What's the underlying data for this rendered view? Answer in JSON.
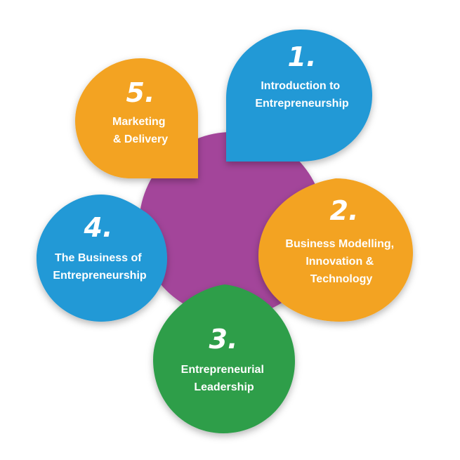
{
  "colors": {
    "center": "#A3449A",
    "blue": "#2099D6",
    "orange": "#F3A321",
    "green": "#2E9E4A"
  },
  "modules": [
    {
      "number": "1.",
      "lines": [
        "Introduction to",
        "Entrepreneurship"
      ],
      "color": "blue"
    },
    {
      "number": "2.",
      "lines": [
        "Business Modelling,",
        "Innovation &",
        "Technology"
      ],
      "color": "orange"
    },
    {
      "number": "3.",
      "lines": [
        "Entrepreneurial",
        "Leadership"
      ],
      "color": "green"
    },
    {
      "number": "4.",
      "lines": [
        "The Business of",
        "Entrepreneurship"
      ],
      "color": "blue"
    },
    {
      "number": "5.",
      "lines": [
        "Marketing",
        "& Delivery"
      ],
      "color": "orange"
    }
  ]
}
